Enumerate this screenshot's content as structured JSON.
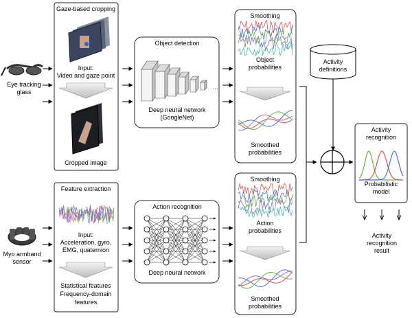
{
  "inputs": {
    "eye_tracker": {
      "line1": "Eye tracking",
      "line2": "glass"
    },
    "myo": {
      "line1": "Myo armband",
      "line2": "sensor"
    }
  },
  "gaze_cropping": {
    "title": "Gaze-based cropping",
    "input_line1": "Input:",
    "input_line2": "Video and gaze point",
    "output": "Cropped image"
  },
  "object_detection": {
    "title": "Object detection",
    "ellipsis": "...",
    "caption_line1": "Deep neural network",
    "caption_line2": "(GoogleNet)"
  },
  "smoothing_top": {
    "title": "Smoothing",
    "raw_line1": "Object",
    "raw_line2": "probabilities",
    "smooth_line1": "Smoothed",
    "smooth_line2": "probabilities"
  },
  "activity_definitions": {
    "line1": "Activity",
    "line2": "definitions"
  },
  "activity_recognition": {
    "title_line1": "Activity",
    "title_line2": "recognition",
    "model_line1": "Probabilistic",
    "model_line2": "model"
  },
  "result": {
    "line1": "Activity",
    "line2": "recognition",
    "line3": "result"
  },
  "feature_extraction": {
    "title": "Feature extraction",
    "input_line1": "Input:",
    "input_line2": "Acceleration, gyro,",
    "input_line3": "EMG, quaternion",
    "out_line1": "Statistical features",
    "out_line2": "Frequency-domain",
    "out_line3": "features"
  },
  "action_recognition": {
    "title": "Action recognition",
    "caption": "Deep neural network"
  },
  "smoothing_bottom": {
    "title": "Smoothing",
    "raw_line1": "Action",
    "raw_line2": "probabilities",
    "smooth_line1": "Smoothed",
    "smooth_line2": "probabilities"
  },
  "colors": {
    "series_red": "#d9534f",
    "series_blue": "#4a6fc8",
    "series_green": "#6ab04c",
    "series_purple": "#8e6cc0",
    "series_teal": "#3fb8b0"
  }
}
